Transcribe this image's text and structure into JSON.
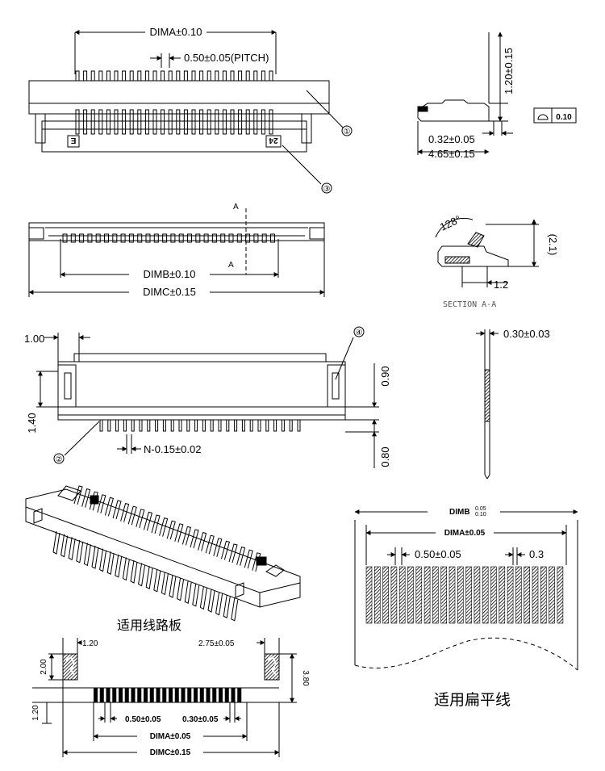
{
  "dims": {
    "top_dima": "DIMA±0.10",
    "top_pitch": "0.50±0.05(PITCH)",
    "callout_1": "①",
    "callout_3": "③",
    "callout_4": "④",
    "callout_2": "②",
    "pin_first": "E",
    "pin_last": "24",
    "side_height": "1.20±0.15",
    "side_032": "0.32±0.05",
    "side_465": "4.65±0.15",
    "flatness": "0.10",
    "section_mark": "A",
    "dimb": "DIMB±0.10",
    "dimc": "DIMC±0.15",
    "angle": "128°",
    "sec_21": "(2.1)",
    "sec_12": "1.2",
    "section_title": "SECTION A-A",
    "front_100": "1.00",
    "front_090": "0.90",
    "front_140": "1.40",
    "front_080": "0.80",
    "front_n": "N-0.15±0.02",
    "cable_thk": "0.30±0.03",
    "pcb_caption": "适用线路板",
    "pcb_120a": "1.20",
    "pcb_275": "2.75±0.05",
    "pcb_200": "2.00",
    "pcb_380": "3.80",
    "pcb_120b": "1.20",
    "pcb_050": "0.50±0.05",
    "pcb_030": "0.30±0.05",
    "pcb_dima": "DIMA±0.05",
    "pcb_dimc": "DIMC±0.15",
    "ffc_dimb": "DIMB",
    "ffc_dimb_tol_up": "0.05",
    "ffc_dimb_tol_dn": "0.10",
    "ffc_dima": "DIMA±0.05",
    "ffc_050": "0.50±0.05",
    "ffc_03": "0.3",
    "ffc_caption": "适用扁平线"
  }
}
